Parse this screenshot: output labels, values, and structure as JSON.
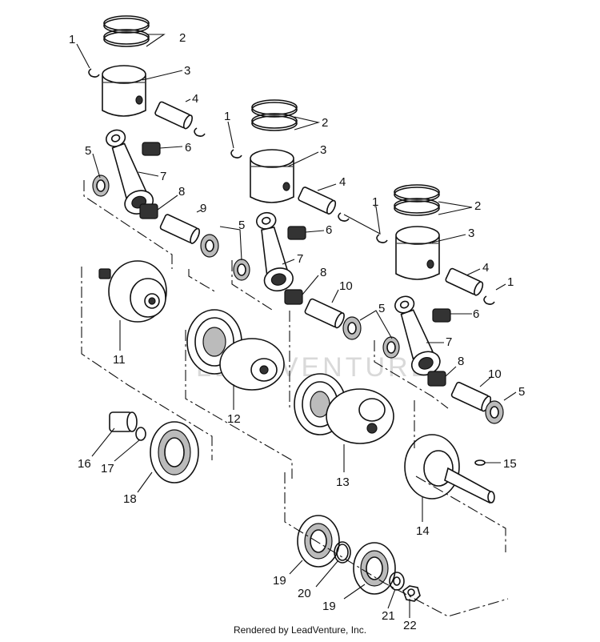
{
  "watermark": "LEADVENTURE",
  "footer": "Rendered by LeadVenture, Inc.",
  "callouts": [
    {
      "id": "c1a",
      "text": "1"
    },
    {
      "id": "c2a",
      "text": "2"
    },
    {
      "id": "c3a",
      "text": "3"
    },
    {
      "id": "c4a",
      "text": "4"
    },
    {
      "id": "c5a",
      "text": "5"
    },
    {
      "id": "c6a",
      "text": "6"
    },
    {
      "id": "c7a",
      "text": "7"
    },
    {
      "id": "c8a",
      "text": "8"
    },
    {
      "id": "c9a",
      "text": "9"
    },
    {
      "id": "c1b",
      "text": "1"
    },
    {
      "id": "c2b",
      "text": "2"
    },
    {
      "id": "c3b",
      "text": "3"
    },
    {
      "id": "c4b",
      "text": "4"
    },
    {
      "id": "c5b",
      "text": "5"
    },
    {
      "id": "c6b",
      "text": "6"
    },
    {
      "id": "c7b",
      "text": "7"
    },
    {
      "id": "c8b",
      "text": "8"
    },
    {
      "id": "c10a",
      "text": "10"
    },
    {
      "id": "c1c",
      "text": "1"
    },
    {
      "id": "c2c",
      "text": "2"
    },
    {
      "id": "c3c",
      "text": "3"
    },
    {
      "id": "c4c",
      "text": "4"
    },
    {
      "id": "c5c",
      "text": "5"
    },
    {
      "id": "c6c",
      "text": "6"
    },
    {
      "id": "c7c",
      "text": "7"
    },
    {
      "id": "c8c",
      "text": "8"
    },
    {
      "id": "c10b",
      "text": "10"
    },
    {
      "id": "c5d",
      "text": "5"
    },
    {
      "id": "c11",
      "text": "11"
    },
    {
      "id": "c12",
      "text": "12"
    },
    {
      "id": "c13",
      "text": "13"
    },
    {
      "id": "c14",
      "text": "14"
    },
    {
      "id": "c15",
      "text": "15"
    },
    {
      "id": "c16",
      "text": "16"
    },
    {
      "id": "c17",
      "text": "17"
    },
    {
      "id": "c18",
      "text": "18"
    },
    {
      "id": "c19a",
      "text": "19"
    },
    {
      "id": "c20",
      "text": "20"
    },
    {
      "id": "c19b",
      "text": "19"
    },
    {
      "id": "c21",
      "text": "21"
    },
    {
      "id": "c22",
      "text": "22"
    }
  ]
}
